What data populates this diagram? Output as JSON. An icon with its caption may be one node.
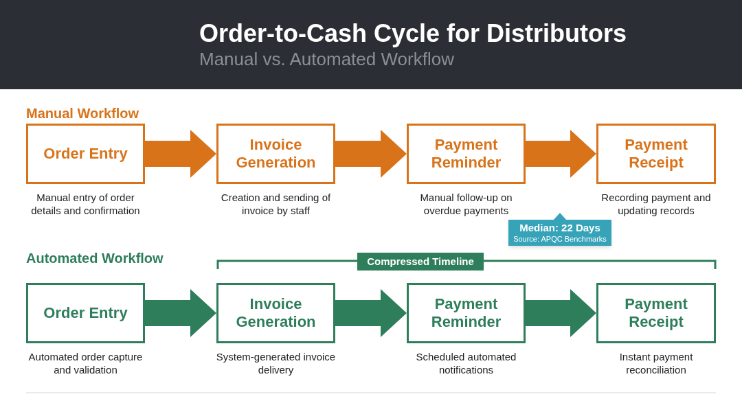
{
  "diagram": {
    "title": "Order-to-Cash Cycle for Distributors",
    "nodes": [
      {
        "text": [
          "Order Entry"
        ],
        "beside": [
          "Manual entry of order details and confirmation"
        ]
      },
      {
        "text": [
          "Invoice Generation"
        ],
        "beside": [
          "Creation and sending of invoice by staff"
        ]
      },
      {
        "text": [
          "Payment Reminder"
        ],
        "beside": [
          "Manual follow-up on overdue payments"
        ]
      },
      {
        "text": [
          "Payment Receipt"
        ],
        "beside": [
          "Recording payment and updating records"
        ]
      },
      {
        "text": [
          "Median: 22 Days",
          "Source: APQC Benchmarks"
        ]
      },
      {
        "text": [
          "Order Entry"
        ],
        "beside": [
          "Automated order capture and validation"
        ]
      },
      {
        "text": [
          "Invoice Generation"
        ],
        "beside": [
          "System-generated invoice delivery"
        ]
      },
      {
        "text": [
          "Payment Reminder"
        ],
        "beside": [
          "Scheduled automated notifications"
        ]
      },
      {
        "text": [
          "Payment Receipt"
        ],
        "beside": [
          "Instant payment reconciliation"
        ]
      }
    ],
    "edges": [
      {
        "from": 0,
        "to": 1,
        "arrow": "to",
        "style": "thick",
        "color": "#d9731a"
      },
      {
        "from": 1,
        "to": 2,
        "arrow": "to",
        "style": "thick",
        "color": "#d9731a"
      },
      {
        "from": 2,
        "to": 3,
        "arrow": "to",
        "style": "thick",
        "color": "#d9731a"
      },
      {
        "from": 5,
        "to": 6,
        "arrow": "to",
        "style": "thick",
        "color": "#2e7d5b"
      },
      {
        "from": 6,
        "to": 7,
        "arrow": "to",
        "style": "thick",
        "color": "#2e7d5b"
      },
      {
        "from": 7,
        "to": 8,
        "arrow": "to",
        "style": "thick",
        "color": "#2e7d5b"
      }
    ],
    "labels": [
      "Manual vs. Automated Workflow",
      "Manual Workflow",
      "Automated Workflow",
      "Compressed Timeline"
    ]
  }
}
